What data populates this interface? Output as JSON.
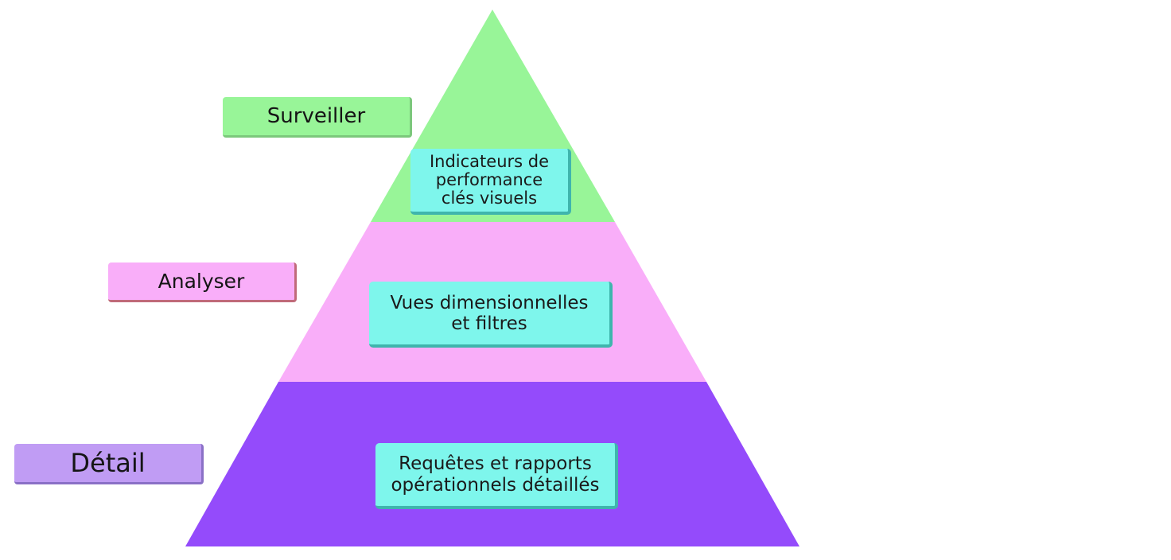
{
  "colors": {
    "background": "#ffffff",
    "tier_top": "#98f598",
    "tier_middle": "#f9aef9",
    "tier_bottom": "#944bfb",
    "desc_box": "#7ef6ec",
    "label_top": "#98f598",
    "label_middle": "#f9aef9",
    "label_bottom": "#c09cf4"
  },
  "tiers": [
    {
      "label": "Surveiller",
      "description": "Indicateurs de\nperformance\nclés visuels"
    },
    {
      "label": "Analyser",
      "description": "Vues dimensionnelles\net filtres"
    },
    {
      "label": "Détail",
      "description": "Requêtes et rapports\nopérationnels détaillés"
    }
  ]
}
